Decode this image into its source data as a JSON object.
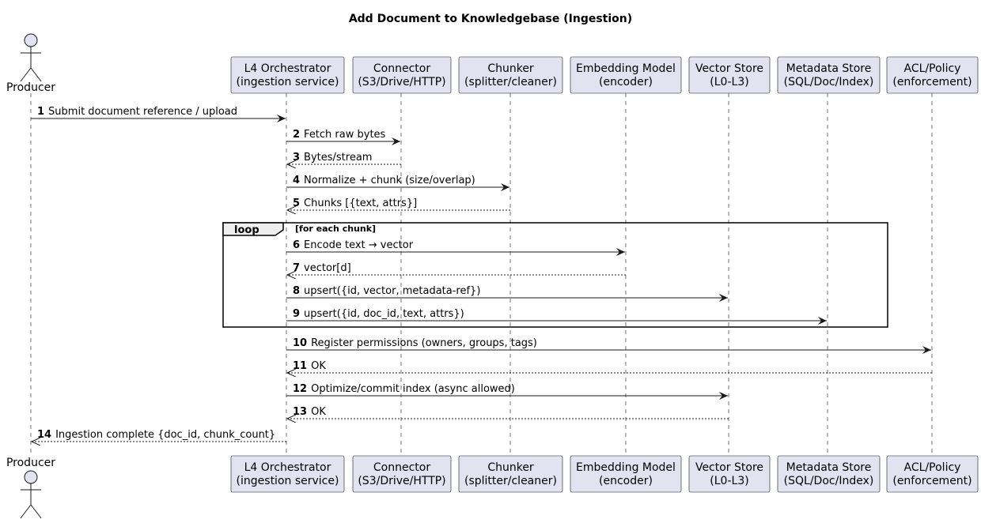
{
  "title": "Add Document to Knowledgebase (Ingestion)",
  "actor": {
    "name": "Producer"
  },
  "participants": [
    {
      "id": "orch",
      "line1": "L4 Orchestrator",
      "line2": "(ingestion service)"
    },
    {
      "id": "conn",
      "line1": "Connector",
      "line2": "(S3/Drive/HTTP)"
    },
    {
      "id": "chunk",
      "line1": "Chunker",
      "line2": "(splitter/cleaner)"
    },
    {
      "id": "embed",
      "line1": "Embedding Model",
      "line2": "(encoder)"
    },
    {
      "id": "vec",
      "line1": "Vector Store",
      "line2": "(L0-L3)"
    },
    {
      "id": "meta",
      "line1": "Metadata Store",
      "line2": "(SQL/Doc/Index)"
    },
    {
      "id": "acl",
      "line1": "ACL/Policy",
      "line2": "(enforcement)"
    }
  ],
  "messages": [
    {
      "num": "1",
      "from": "producer",
      "to": "orch",
      "text": "Submit document reference / upload",
      "dashed": false
    },
    {
      "num": "2",
      "from": "orch",
      "to": "conn",
      "text": "Fetch raw bytes",
      "dashed": false
    },
    {
      "num": "3",
      "from": "conn",
      "to": "orch",
      "text": "Bytes/stream",
      "dashed": true
    },
    {
      "num": "4",
      "from": "orch",
      "to": "chunk",
      "text": "Normalize + chunk (size/overlap)",
      "dashed": false
    },
    {
      "num": "5",
      "from": "chunk",
      "to": "orch",
      "text": "Chunks [{text, attrs}]",
      "dashed": true
    },
    {
      "num": "6",
      "from": "orch",
      "to": "embed",
      "text": "Encode text → vector",
      "dashed": false
    },
    {
      "num": "7",
      "from": "embed",
      "to": "orch",
      "text": "vector[d]",
      "dashed": true
    },
    {
      "num": "8",
      "from": "orch",
      "to": "vec",
      "text": "upsert({id, vector, metadata-ref})",
      "dashed": false
    },
    {
      "num": "9",
      "from": "orch",
      "to": "meta",
      "text": "upsert({id, doc_id, text, attrs})",
      "dashed": false
    },
    {
      "num": "10",
      "from": "orch",
      "to": "acl",
      "text": "Register permissions (owners, groups, tags)",
      "dashed": false
    },
    {
      "num": "11",
      "from": "acl",
      "to": "orch",
      "text": "OK",
      "dashed": true
    },
    {
      "num": "12",
      "from": "orch",
      "to": "vec",
      "text": "Optimize/commit index (async allowed)",
      "dashed": false
    },
    {
      "num": "13",
      "from": "vec",
      "to": "orch",
      "text": "OK",
      "dashed": true
    },
    {
      "num": "14",
      "from": "orch",
      "to": "producer",
      "text": "Ingestion complete {doc_id, chunk_count}",
      "dashed": true
    }
  ],
  "loop": {
    "label": "loop",
    "guard": "[for each chunk]"
  },
  "colors": {
    "participant_fill": "#e2e2f0",
    "participant_stroke": "#181818",
    "lifeline": "#181818",
    "text": "#000000"
  }
}
